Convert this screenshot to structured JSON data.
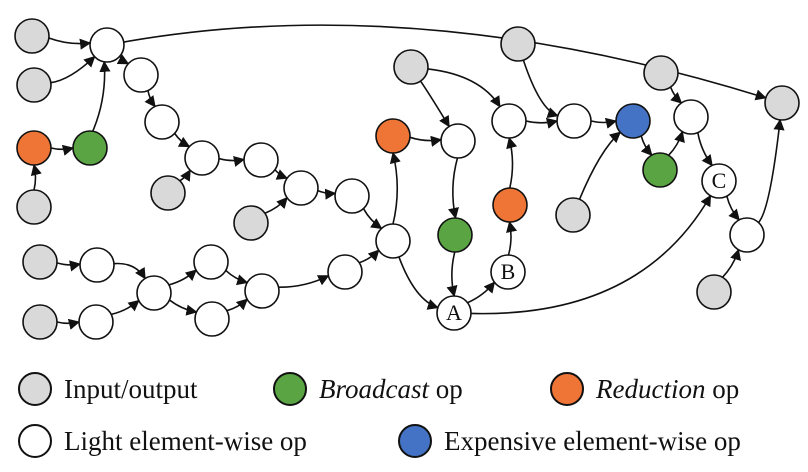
{
  "colors": {
    "input": "#d9d9d9",
    "broadcast": "#5aa444",
    "reduction": "#ee7536",
    "light": "#ffffff",
    "expensive": "#4473c5"
  },
  "node_labels": {
    "A": "A",
    "B": "B",
    "C": "C"
  },
  "legend": {
    "input": {
      "text": "Input/output"
    },
    "broadcast": {
      "italic": "Broadcast",
      "rest": " op"
    },
    "reduction": {
      "italic": "Reduction",
      "rest": " op"
    },
    "light": {
      "text": "Light element-wise op"
    },
    "expensive": {
      "text": "Expensive element-wise op"
    }
  }
}
